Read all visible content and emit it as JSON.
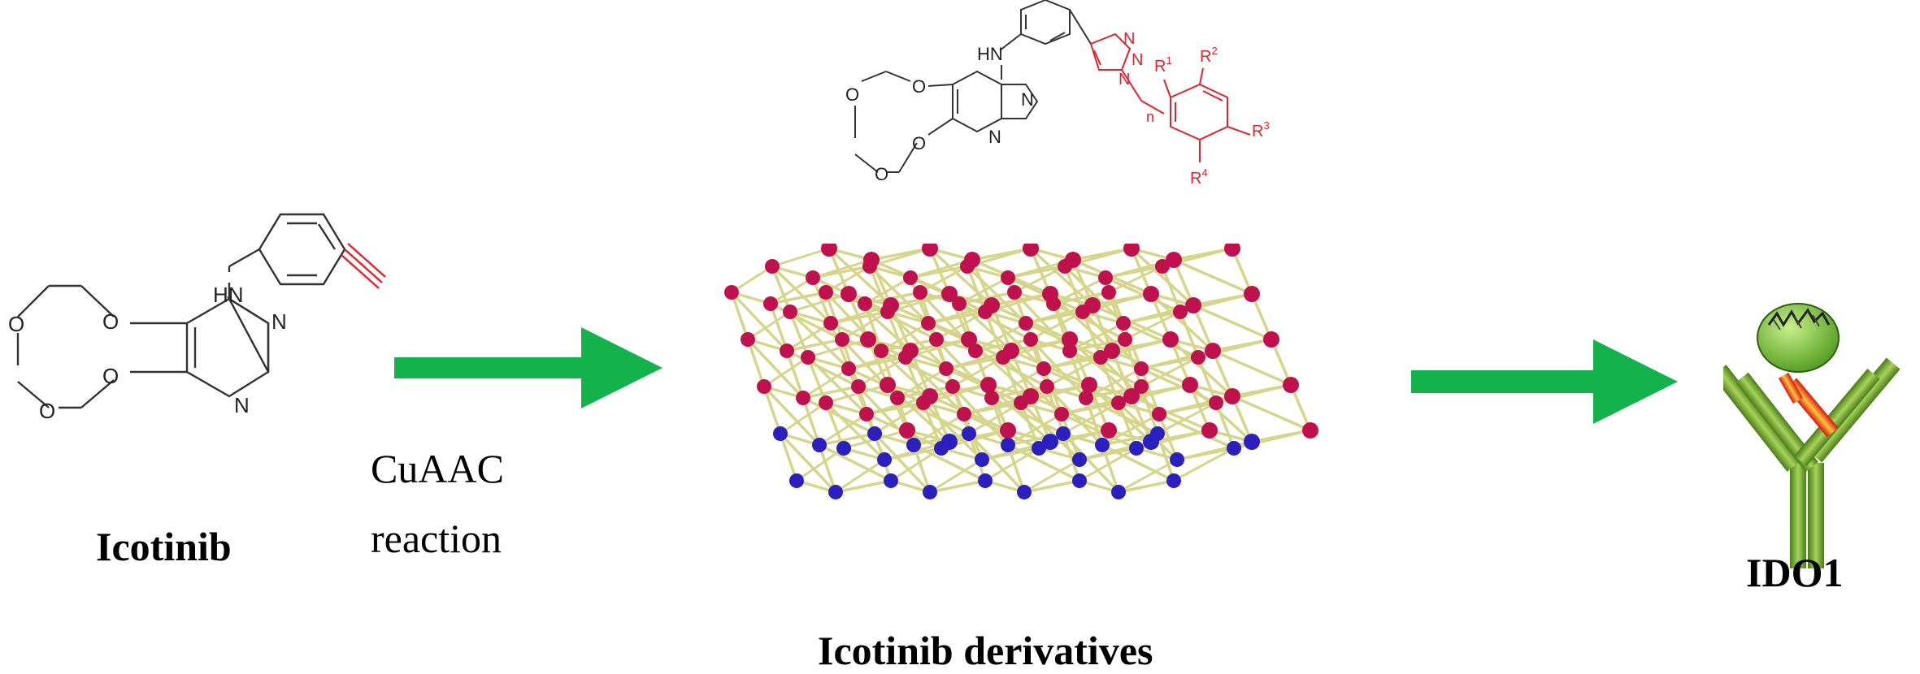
{
  "labels": {
    "icotinib": "Icotinib",
    "cuaac_line1": "CuAAC",
    "cuaac_line2": "reaction",
    "derivatives": "Icotinib derivatives",
    "ido1": "IDO1"
  },
  "atoms": {
    "hn": "HN",
    "n": "N",
    "o": "O",
    "r1": "R",
    "r1_sup": "1",
    "r2": "R",
    "r2_sup": "2",
    "r3": "R",
    "r3_sup": "3",
    "r4": "R",
    "r4_sup": "4",
    "n_sub": "n"
  },
  "colors": {
    "arrow": "#13b24a",
    "alkyne": "#e8202a",
    "triazole": "#e8202a",
    "bond": "#333333",
    "node_top": "#c0104e",
    "node_bottom": "#2b1fc0",
    "lattice_edge": "#d6d68a",
    "antibody": "#6aa12a",
    "antigen": "#7ac43a"
  }
}
